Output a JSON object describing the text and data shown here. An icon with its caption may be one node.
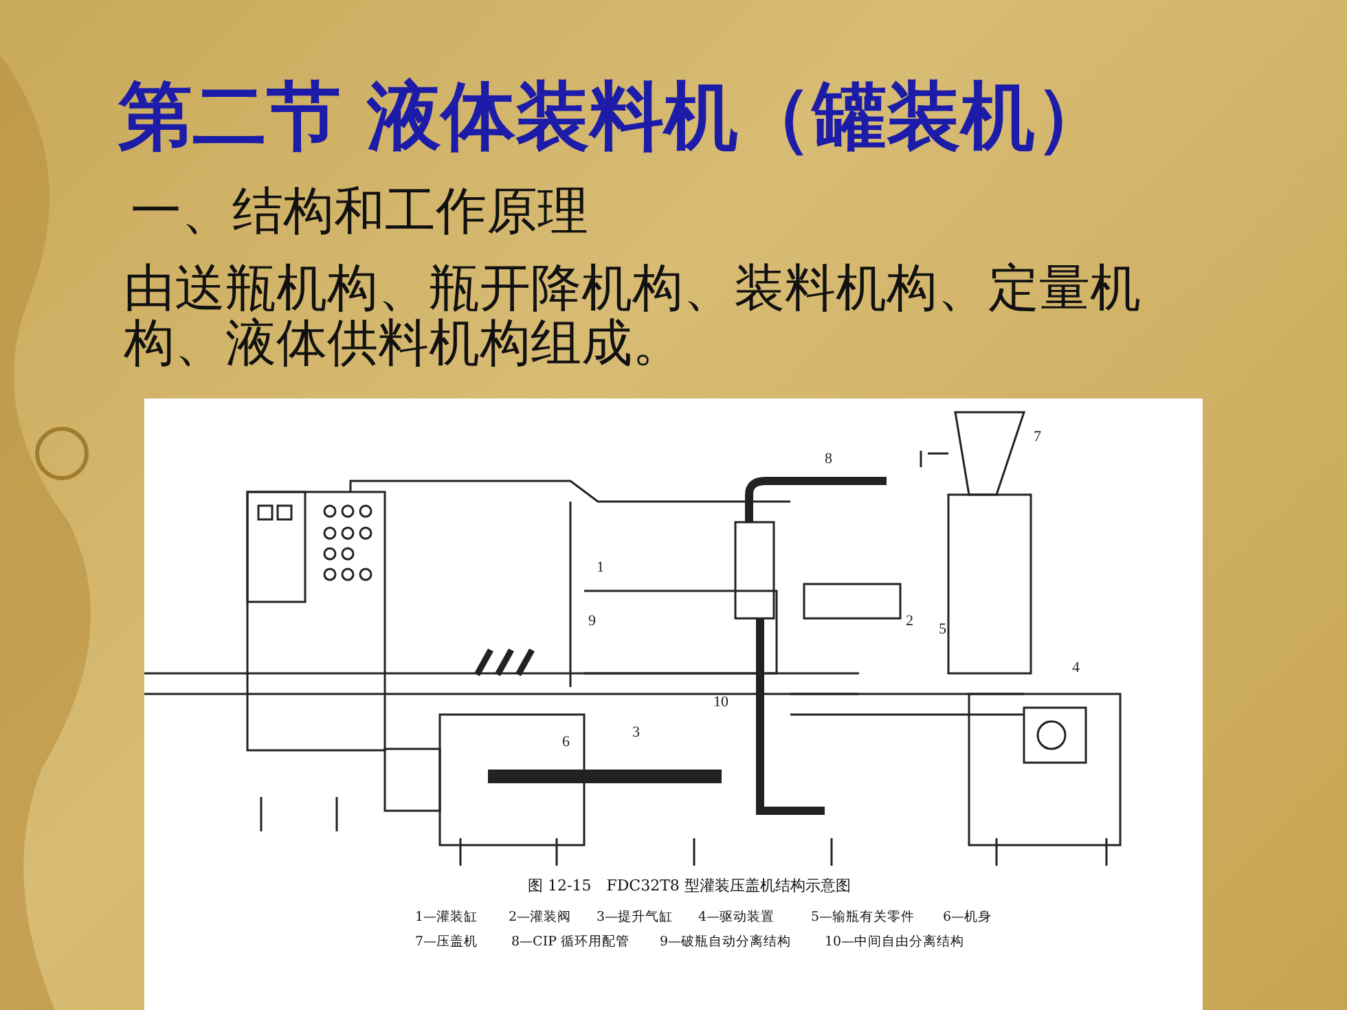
{
  "diagram": {
    "title": "第二节  液体装料机（罐装机）",
    "caption": "图 12-15　FDC32T8 型灌装压盖机结构示意图",
    "labels": [
      "一、结构和工作原理",
      "由送瓶机构、瓶开降机构、装料机构、定量机构、液体供料机构组成。",
      "7",
      "8",
      "1",
      "9",
      "2",
      "5",
      "4",
      "10",
      "6",
      "3",
      "1—灌装缸",
      "2—灌装阀",
      "3—提升气缸",
      "4—驱动装置",
      "5—输瓶有关零件",
      "6—机身",
      "7—压盖机",
      "8—CIP 循环用配管",
      "9—破瓶自动分离结构",
      "10—中间自由分离结构"
    ]
  }
}
